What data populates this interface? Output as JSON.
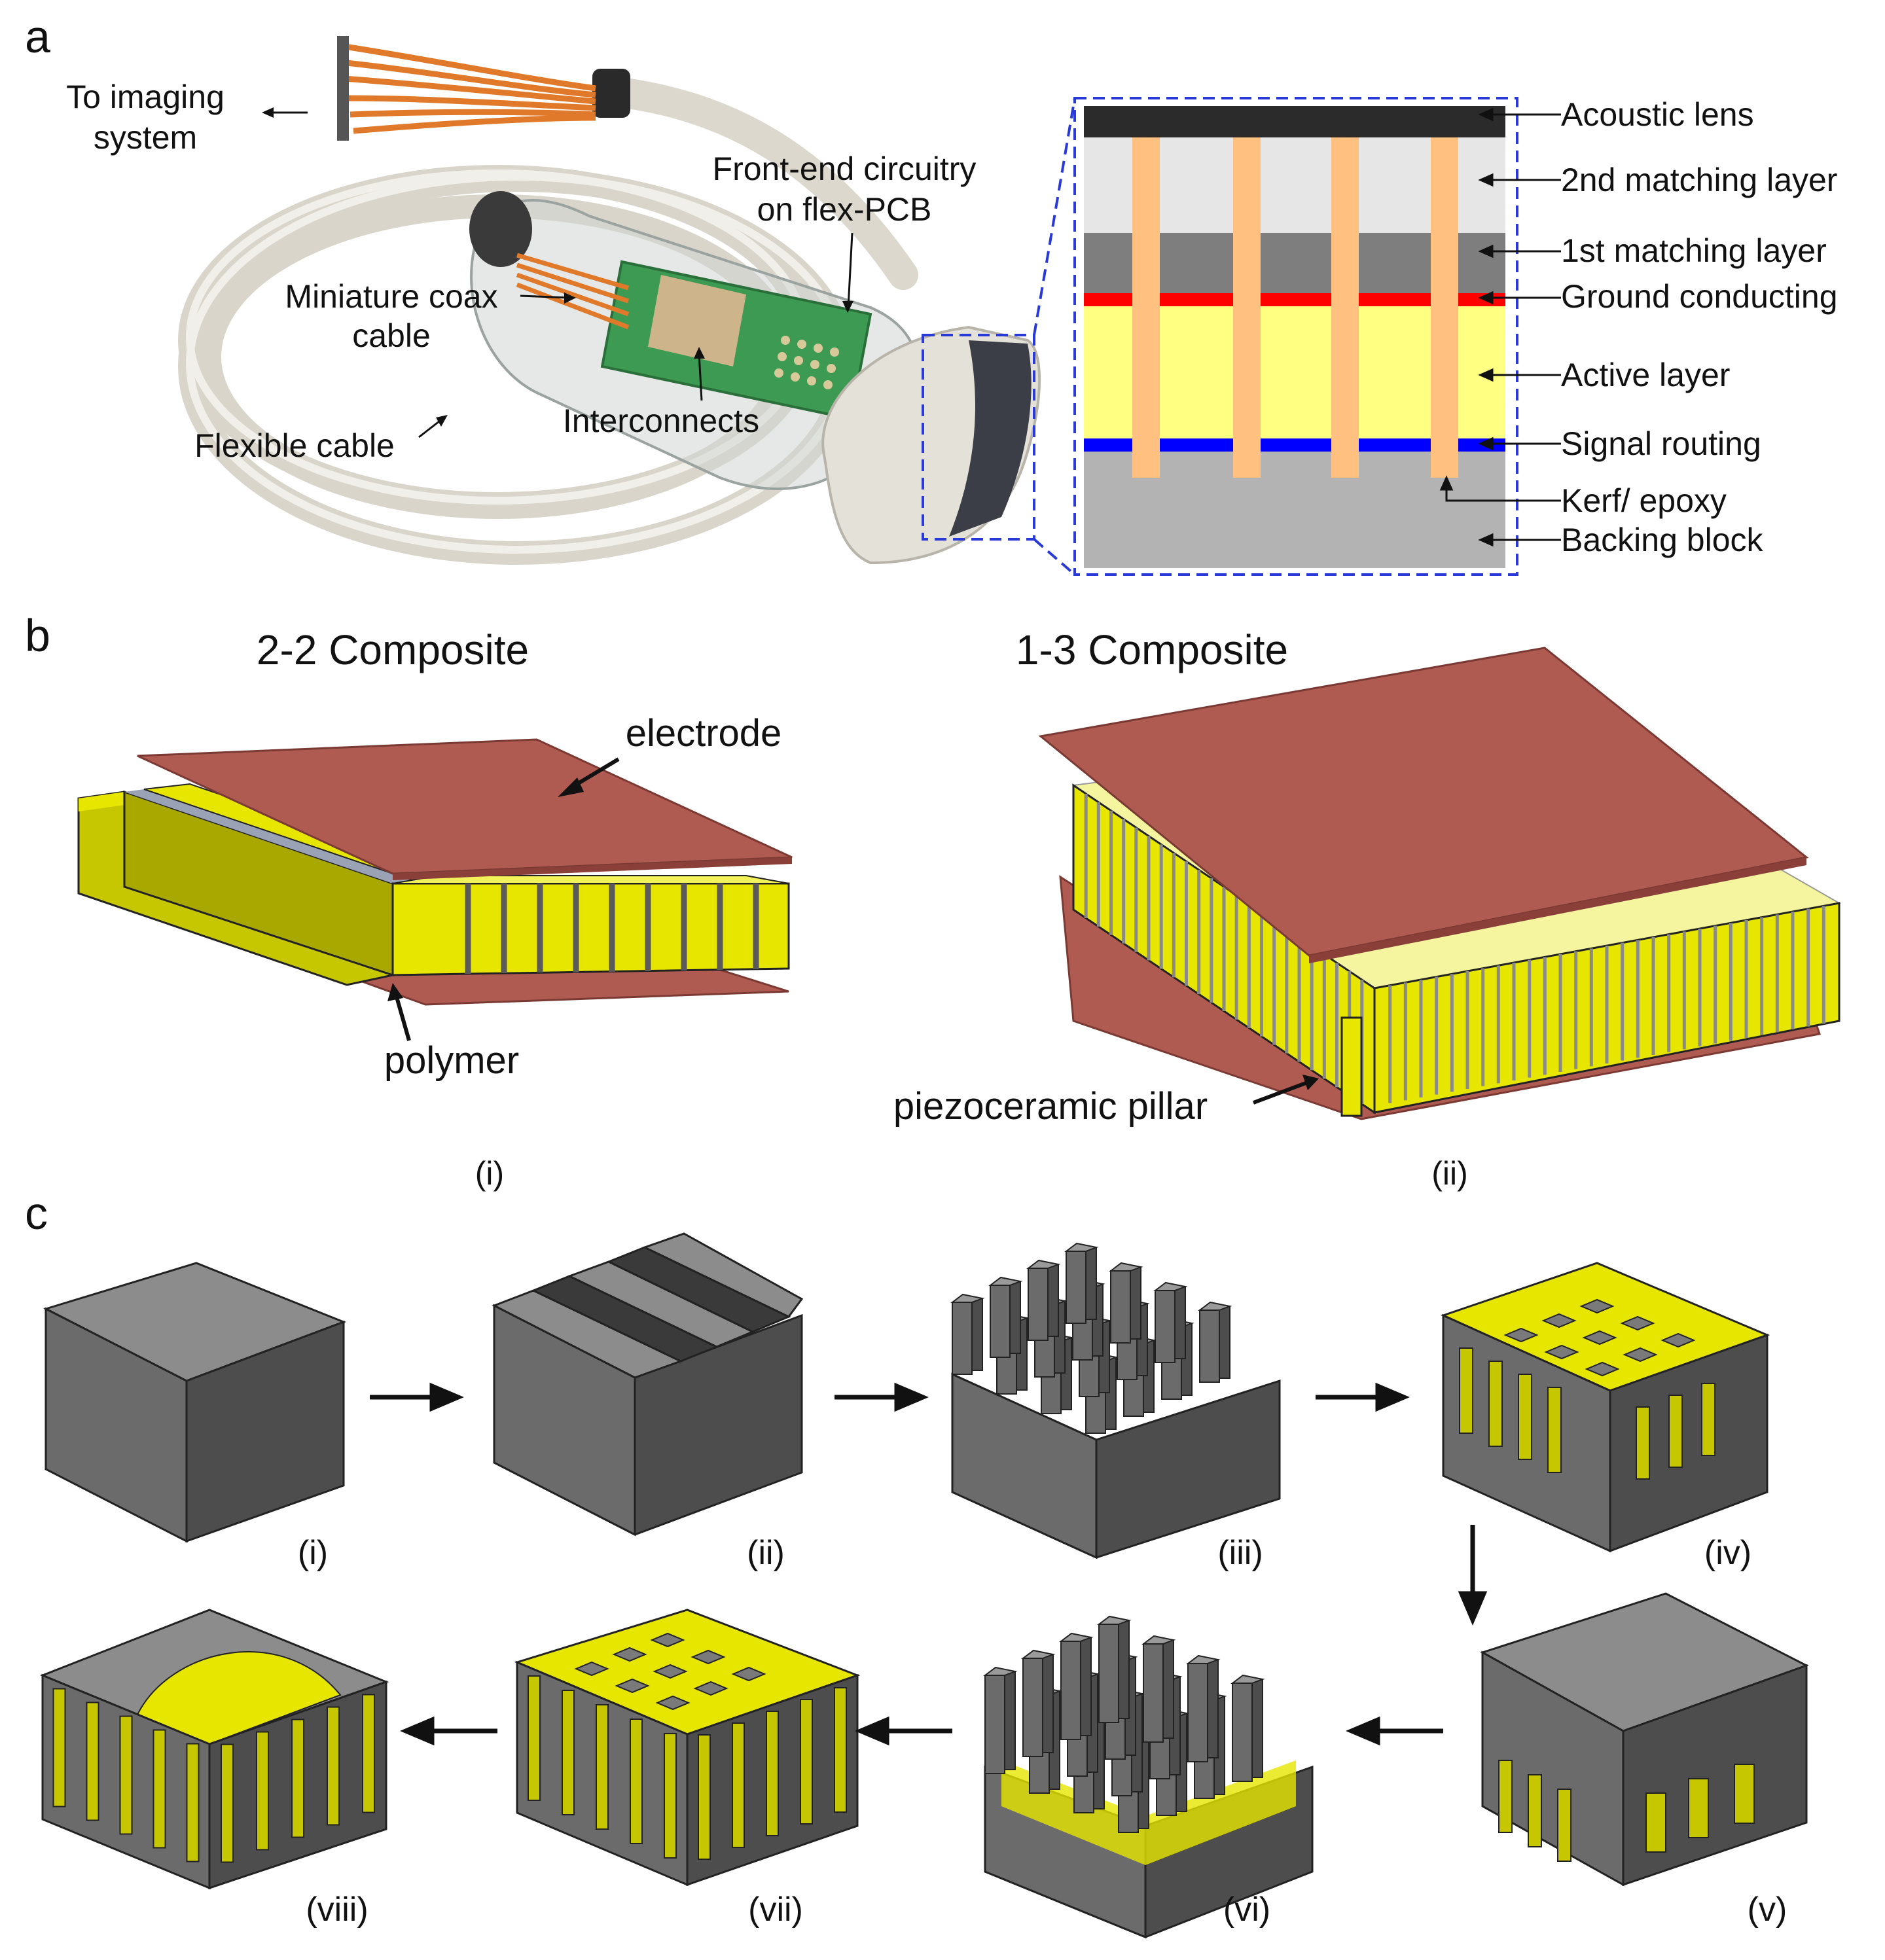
{
  "panel_labels": {
    "a": "a",
    "b": "b",
    "c": "c"
  },
  "panel_a": {
    "photo_labels": {
      "to_imaging_line1": "To imaging",
      "to_imaging_line2": "system",
      "front_end_line1": "Front-end circuitry",
      "front_end_line2": "on flex-PCB",
      "coax_line1": "Miniature coax",
      "coax_line2": "cable",
      "interconnects": "Interconnects",
      "flexible_cable": "Flexible cable"
    },
    "stack_layers": [
      {
        "label": "Acoustic lens",
        "color": "#2b2b2b"
      },
      {
        "label": "2nd matching layer",
        "color": "#e6e6e6"
      },
      {
        "label": "1st matching layer",
        "color": "#7e7e7e"
      },
      {
        "label": "Ground conducting",
        "color": "#ff0000"
      },
      {
        "label": "Active layer",
        "color": "#ffff82"
      },
      {
        "label": "Signal routing",
        "color": "#0000ff"
      },
      {
        "label": "Kerf/ epoxy",
        "color": "#ffc080"
      },
      {
        "label": "Backing block",
        "color": "#b3b3b3"
      }
    ]
  },
  "panel_b": {
    "composite_22": {
      "title": "2-2 Composite",
      "electrode": "electrode",
      "polymer": "polymer",
      "caption": "(i)"
    },
    "composite_13": {
      "title": "1-3 Composite",
      "pillar": "piezoceramic pillar",
      "caption": "(ii)"
    }
  },
  "panel_c": {
    "steps": [
      "(i)",
      "(ii)",
      "(iii)",
      "(iv)",
      "(v)",
      "(vi)",
      "(vii)",
      "(viii)"
    ]
  },
  "colors": {
    "electrode": "#b05b52",
    "piezo_yellow": "#e6e600",
    "ceramic_grey": "#7a7a7a",
    "dashed_blue": "#2a3ad8",
    "cable": "#e4e1d8",
    "copper": "#e07a2a",
    "pcb": "#3d9a52"
  }
}
